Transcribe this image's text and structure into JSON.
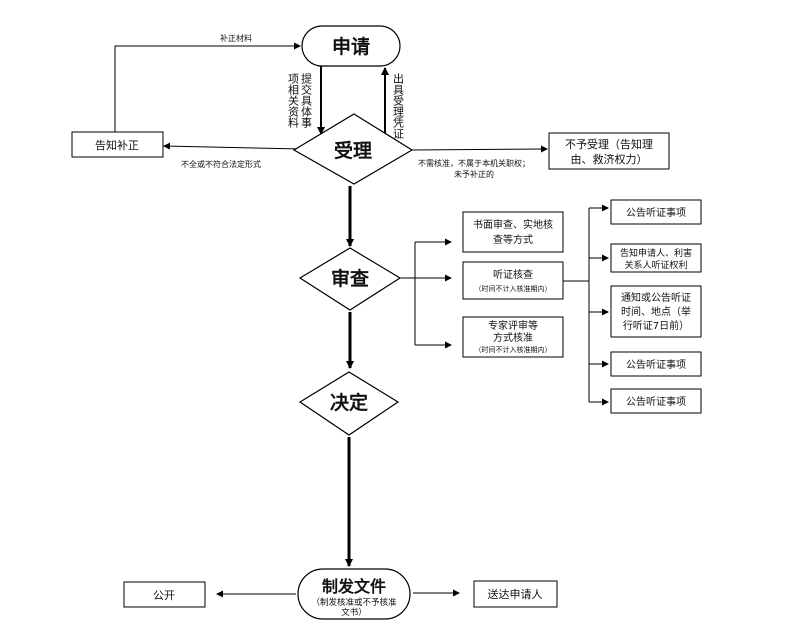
{
  "nodes": {
    "apply": "申请",
    "accept": "受理",
    "review": "审查",
    "decide": "决定",
    "issue_title": "制发文件",
    "issue_sub_1": "（制发核准或不予核准",
    "issue_sub_2": "文书）",
    "notify_correct": "告知补正",
    "reject_1": "不予受理（告知理",
    "reject_2": "由、救济权力）",
    "written_1": "书面审查、实地核",
    "written_2": "查等方式",
    "hearing_1": "听证核查",
    "hearing_2": "（时间不计入核准期内）",
    "expert_1": "专家评审等",
    "expert_2": "方式核准",
    "expert_3": "（时间不计入核准期内）",
    "h1": "公告听证事项",
    "h2_1": "告知申请人、利害",
    "h2_2": "关系人听证权利",
    "h3_1": "通知或公告听证",
    "h3_2": "时间、地点（举",
    "h3_3": "行听证7日前）",
    "h4": "公告听证事项",
    "h5": "公告听证事项",
    "public": "公开",
    "deliver": "送达申请人"
  },
  "labels": {
    "supplement": "补正材料",
    "submit": [
      "提交具体事",
      "项相关资料"
    ],
    "certificate": "出具受理凭证",
    "incomplete": "不全或不符合法定形式",
    "no_review_1": "不需核准，不属于本机关职权；",
    "no_review_2": "未予补正的"
  }
}
